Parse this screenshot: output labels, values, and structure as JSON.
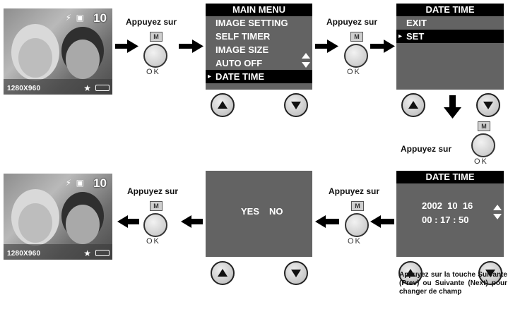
{
  "preview_screen": {
    "shot_count": "10",
    "resolution": "1280X960",
    "icons": [
      "flash-icon",
      "camera-icon",
      "star-icon",
      "battery-icon"
    ]
  },
  "main_menu": {
    "title": "MAIN MENU",
    "items": [
      "IMAGE SETTING",
      "SELF TIMER",
      "IMAGE SIZE",
      "AUTO OFF",
      "DATE TIME"
    ],
    "selected": "DATE TIME"
  },
  "date_time_menu": {
    "title": "DATE TIME",
    "items": [
      "EXIT",
      "SET"
    ],
    "selected": "SET"
  },
  "date_time_set": {
    "title": "DATE TIME",
    "date": "2002  10  16",
    "time": "00 : 17 : 50"
  },
  "confirm_screen": {
    "yes": "YES",
    "no": "NO"
  },
  "press_label": "Appuyez sur",
  "m_key": "M",
  "ok_key": "OK",
  "note": "Appuyez sur la touche Suivante (Prev) ou Suivante (Next) pour changer de champ"
}
